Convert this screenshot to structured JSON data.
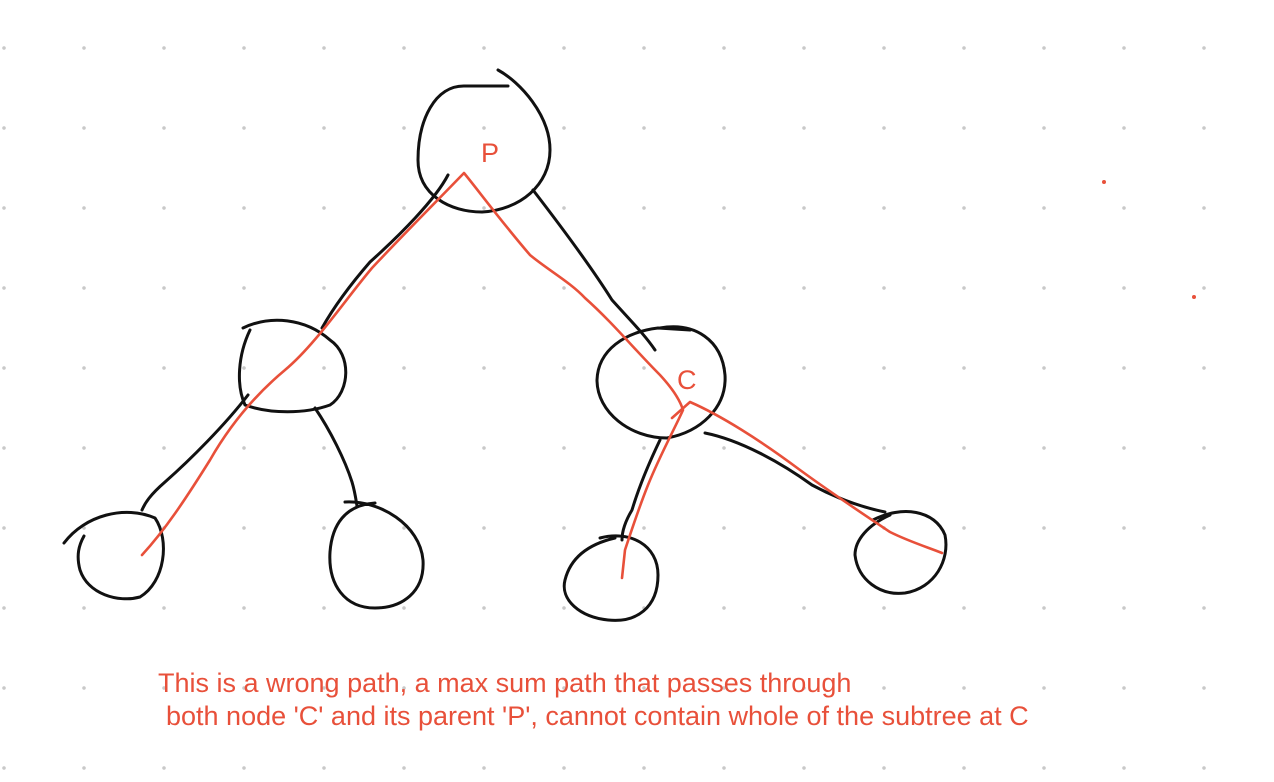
{
  "diagram": {
    "nodes": [
      {
        "id": "P",
        "label": "P"
      },
      {
        "id": "C",
        "label": "C"
      }
    ],
    "annotation": {
      "line1": "This is a wrong path, a max sum path that passes through",
      "line2": "both node 'C' and its parent 'P',  cannot contain whole of the subtree at C"
    }
  },
  "colors": {
    "ink": "#111111",
    "highlight": "#e8503a",
    "dot_grid": "#c9c9c9",
    "background": "#ffffff"
  }
}
